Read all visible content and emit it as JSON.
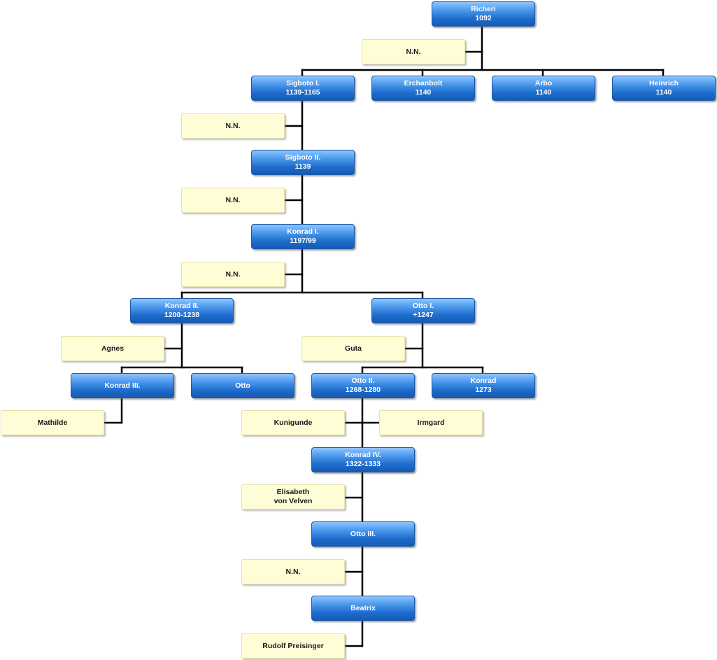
{
  "people": {
    "richeri": {
      "name": "Richeri",
      "years": "1092"
    },
    "sigboto1": {
      "name": "Sigboto I.",
      "years": "1139-1165"
    },
    "erchanbolt": {
      "name": "Erchanbolt",
      "years": "1140"
    },
    "arbo": {
      "name": "Arbo",
      "years": "1140"
    },
    "heinrich": {
      "name": "Heinrich",
      "years": "1140"
    },
    "sigboto2": {
      "name": "Sigboto II.",
      "years": "1139"
    },
    "konrad1": {
      "name": "Konrad I.",
      "years": "1197/99"
    },
    "konrad2": {
      "name": "Konrad II.",
      "years": "1200-1238"
    },
    "otto1": {
      "name": "Otto I.",
      "years": "+1247"
    },
    "konrad3": {
      "name": "Konrad III.",
      "years": ""
    },
    "otto": {
      "name": "Otto",
      "years": ""
    },
    "otto2": {
      "name": "Otto II.",
      "years": "1268-1280"
    },
    "konrad": {
      "name": "Konrad",
      "years": "1273"
    },
    "konrad4": {
      "name": "Konrad IV.",
      "years": "1322-1333"
    },
    "otto3": {
      "name": "Otto III.",
      "years": ""
    },
    "beatrix": {
      "name": "Beatrix",
      "years": ""
    }
  },
  "spouses": {
    "nn1": {
      "line1": "N.N.",
      "line2": ""
    },
    "nn2": {
      "line1": "N.N.",
      "line2": ""
    },
    "nn3": {
      "line1": "N.N.",
      "line2": ""
    },
    "nn4": {
      "line1": "N.N.",
      "line2": ""
    },
    "agnes": {
      "line1": "Agnes",
      "line2": ""
    },
    "guta": {
      "line1": "Guta",
      "line2": ""
    },
    "mathilde": {
      "line1": "Mathilde",
      "line2": ""
    },
    "kunigunde": {
      "line1": "Kunigunde",
      "line2": ""
    },
    "irmgard": {
      "line1": "Irmgard",
      "line2": ""
    },
    "elisabeth": {
      "line1": "Elisabeth",
      "line2": "von Velven"
    },
    "nn5": {
      "line1": "N.N.",
      "line2": ""
    },
    "rudolf": {
      "line1": "Rudolf Preisinger",
      "line2": ""
    }
  },
  "colors": {
    "person_fill": "#2f7fdc",
    "spouse_fill": "#fffdd5",
    "connector": "#000000"
  }
}
